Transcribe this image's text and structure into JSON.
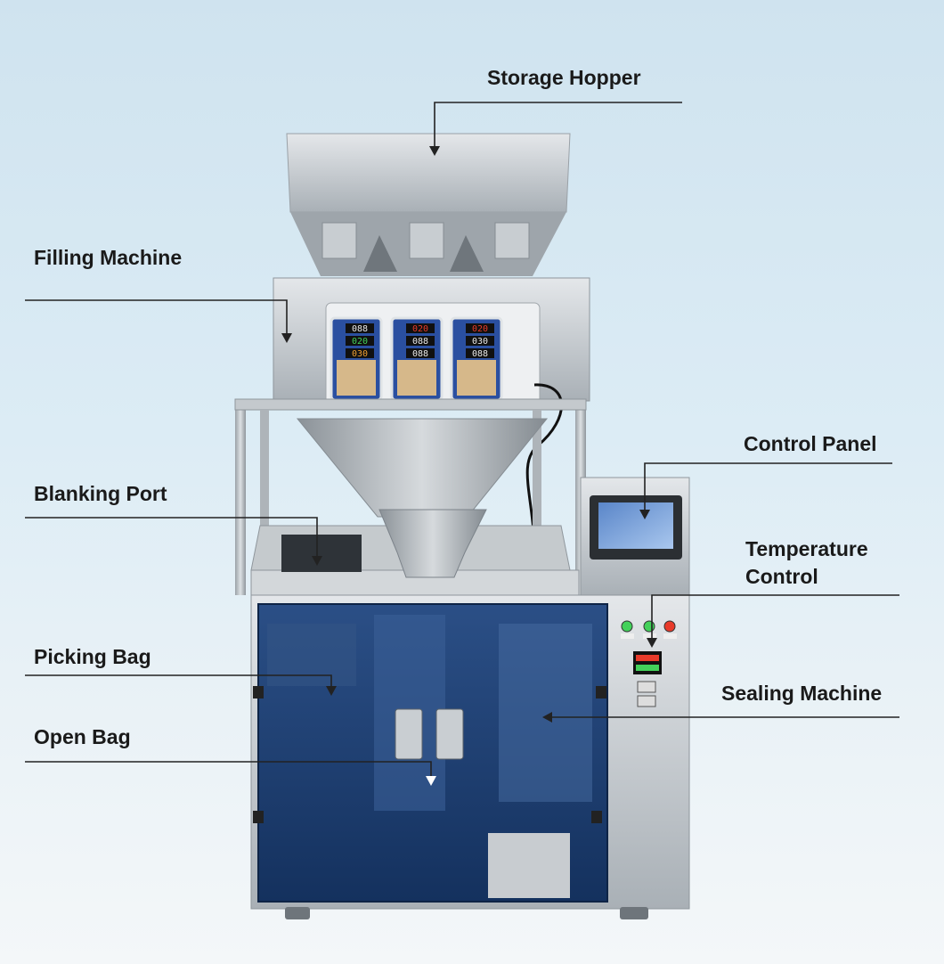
{
  "labels": {
    "storage_hopper": "Storage Hopper",
    "filling_machine": "Filling Machine",
    "control_panel": "Control Panel",
    "blanking_port": "Blanking Port",
    "temperature_control": "Temperature\nControl",
    "picking_bag": "Picking Bag",
    "sealing_machine": "Sealing Machine",
    "open_bag": "Open Bag"
  },
  "displays": [
    {
      "row1": "088",
      "row2": "020",
      "row3": "030"
    },
    {
      "row1": "020",
      "row2": "088",
      "row3": "088"
    },
    {
      "row1": "020",
      "row2": "030",
      "row3": "088"
    }
  ],
  "colors": {
    "label_text": "#1a1a1a",
    "leader_line": "#222222",
    "steel": "#b9bfc4",
    "blue_window": "#1d3f73",
    "led_red": "#e83a2a",
    "led_green": "#43d15a"
  }
}
